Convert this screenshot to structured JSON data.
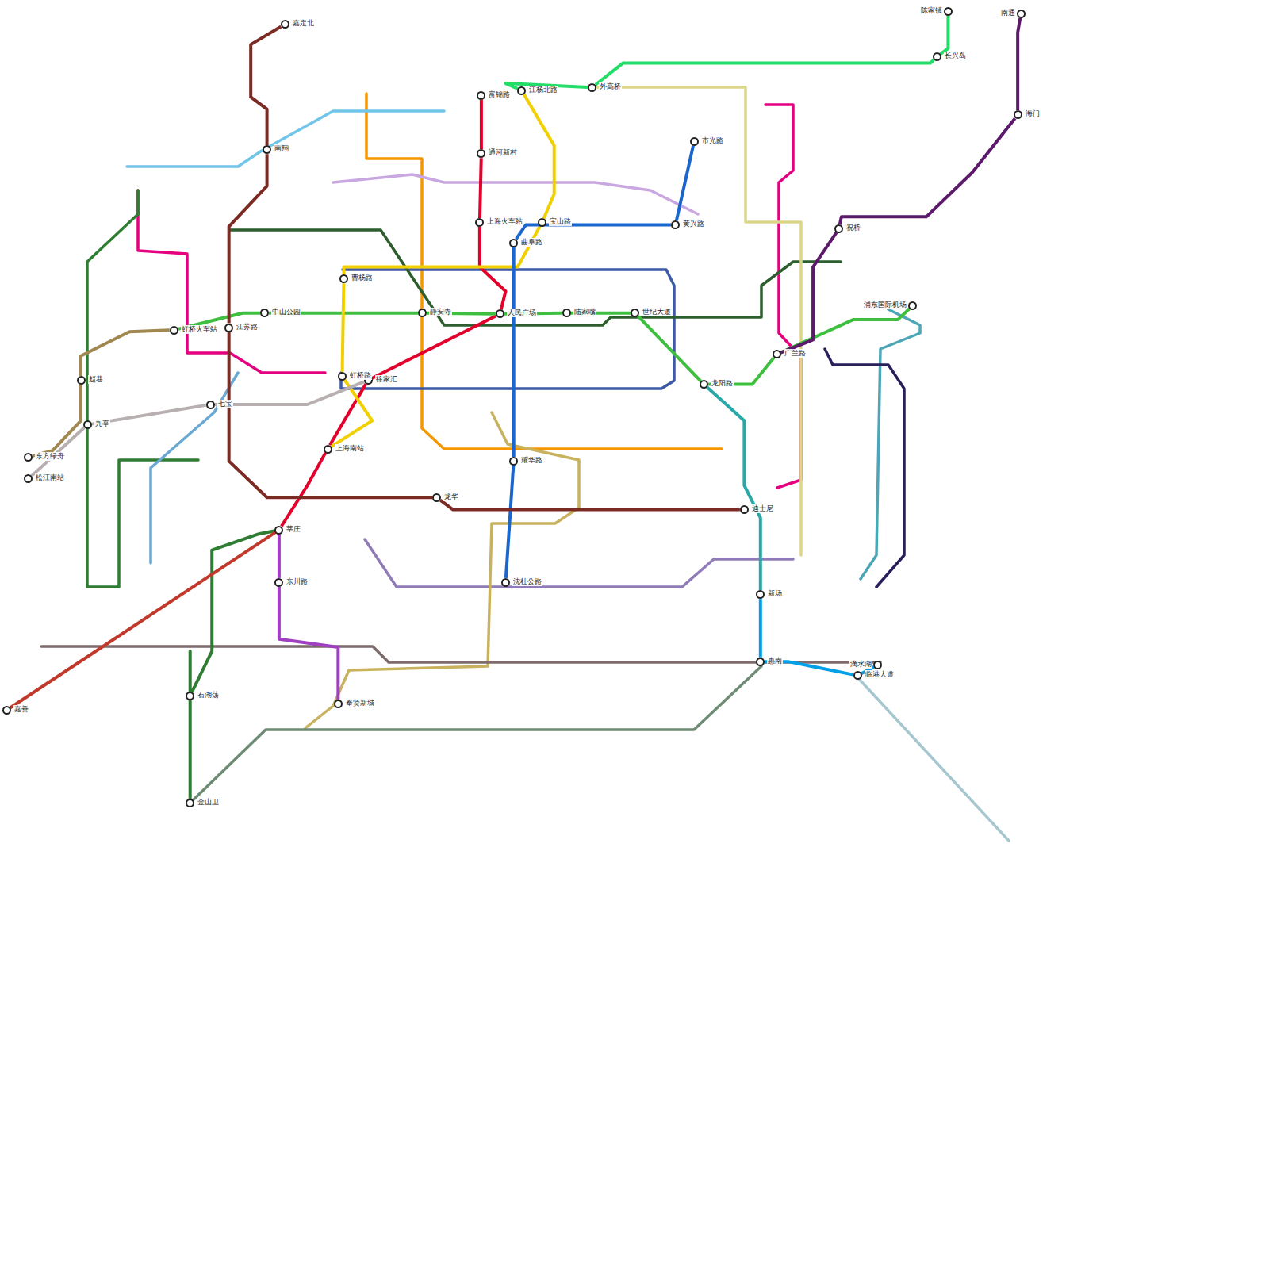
{
  "diagram": {
    "nodes": [
      {
        "text": [
          "富锦路"
        ]
      },
      {
        "text": [
          "通河新村"
        ]
      },
      {
        "text": [
          "上海火车站"
        ]
      },
      {
        "text": [
          "人民广场"
        ]
      },
      {
        "text": [
          "徐家汇"
        ]
      },
      {
        "text": [
          "上海南站"
        ]
      },
      {
        "text": [
          "莘庄"
        ]
      },
      {
        "text": [
          "虹桥火车站"
        ]
      },
      {
        "text": [
          "中山公园"
        ]
      },
      {
        "text": [
          "静安寺"
        ]
      },
      {
        "text": [
          "陆家嘴"
        ]
      },
      {
        "text": [
          "世纪大道"
        ]
      },
      {
        "text": [
          "广兰路"
        ]
      },
      {
        "text": [
          "浦东国际机场"
        ]
      },
      {
        "text": [
          "江杨北路"
        ]
      },
      {
        "text": [
          "宝山路"
        ]
      },
      {
        "text": [
          "曹杨路"
        ]
      },
      {
        "text": [
          "虹桥路"
        ]
      },
      {
        "text": [
          "市光路"
        ]
      },
      {
        "text": [
          "黄兴路"
        ]
      },
      {
        "text": [
          "曲阜路"
        ]
      },
      {
        "text": [
          "耀华路"
        ]
      },
      {
        "text": [
          "沈杜公路"
        ]
      },
      {
        "text": [
          "东方绿舟"
        ]
      },
      {
        "text": [
          "松江南站"
        ]
      },
      {
        "text": [
          "赵巷"
        ]
      },
      {
        "text": [
          "九亭"
        ]
      },
      {
        "text": [
          "七宝"
        ]
      },
      {
        "text": [
          "外高桥"
        ]
      },
      {
        "text": [
          "长兴岛"
        ]
      },
      {
        "text": [
          "陈家镇"
        ]
      },
      {
        "text": [
          "南通"
        ]
      },
      {
        "text": [
          "海门"
        ]
      },
      {
        "text": [
          "祝桥"
        ]
      },
      {
        "text": [
          "龙阳路"
        ]
      },
      {
        "text": [
          "新场"
        ]
      },
      {
        "text": [
          "惠南"
        ]
      },
      {
        "text": [
          "临港大道"
        ]
      },
      {
        "text": [
          "滴水湖"
        ]
      },
      {
        "text": [
          "嘉定北"
        ]
      },
      {
        "text": [
          "南翔"
        ]
      },
      {
        "text": [
          "江苏路"
        ]
      },
      {
        "text": [
          "龙华"
        ]
      },
      {
        "text": [
          "迪士尼"
        ]
      },
      {
        "text": [
          "东川路"
        ]
      },
      {
        "text": [
          "奉贤新城"
        ]
      },
      {
        "text": [
          "金山卫"
        ]
      },
      {
        "text": [
          "石湖荡"
        ]
      },
      {
        "text": [
          "嘉善"
        ]
      }
    ],
    "edges": [
      {
        "from": 0,
        "to": 1,
        "arrow": "none"
      },
      {
        "from": 1,
        "to": 2,
        "arrow": "none"
      },
      {
        "from": 2,
        "to": 3,
        "arrow": "none"
      },
      {
        "from": 3,
        "to": 4,
        "arrow": "none"
      },
      {
        "from": 4,
        "to": 5,
        "arrow": "none"
      },
      {
        "from": 5,
        "to": 6,
        "arrow": "none"
      },
      {
        "from": 7,
        "to": 8,
        "arrow": "none"
      },
      {
        "from": 8,
        "to": 9,
        "arrow": "none"
      },
      {
        "from": 9,
        "to": 3,
        "arrow": "none"
      },
      {
        "from": 3,
        "to": 10,
        "arrow": "none"
      },
      {
        "from": 10,
        "to": 11,
        "arrow": "none"
      },
      {
        "from": 11,
        "to": 34,
        "arrow": "none"
      },
      {
        "from": 34,
        "to": 12,
        "arrow": "none"
      },
      {
        "from": 12,
        "to": 13,
        "arrow": "none"
      },
      {
        "from": 14,
        "to": 15,
        "arrow": "none"
      },
      {
        "from": 15,
        "to": 16,
        "arrow": "none"
      },
      {
        "from": 16,
        "to": 17,
        "arrow": "none"
      },
      {
        "from": 17,
        "to": 5,
        "arrow": "none"
      },
      {
        "from": 18,
        "to": 19,
        "arrow": "none"
      },
      {
        "from": 19,
        "to": 20,
        "arrow": "none"
      },
      {
        "from": 20,
        "to": 21,
        "arrow": "none"
      },
      {
        "from": 21,
        "to": 22,
        "arrow": "none"
      },
      {
        "from": 23,
        "to": 25,
        "arrow": "none"
      },
      {
        "from": 25,
        "to": 7,
        "arrow": "none"
      },
      {
        "from": 24,
        "to": 26,
        "arrow": "none"
      },
      {
        "from": 26,
        "to": 27,
        "arrow": "none"
      },
      {
        "from": 27,
        "to": 4,
        "arrow": "none"
      },
      {
        "from": 14,
        "to": 28,
        "arrow": "none"
      },
      {
        "from": 28,
        "to": 29,
        "arrow": "none"
      },
      {
        "from": 29,
        "to": 30,
        "arrow": "none"
      },
      {
        "from": 31,
        "to": 32,
        "arrow": "none"
      },
      {
        "from": 32,
        "to": 33,
        "arrow": "none"
      },
      {
        "from": 33,
        "to": 12,
        "arrow": "none"
      },
      {
        "from": 34,
        "to": 35,
        "arrow": "none"
      },
      {
        "from": 35,
        "to": 36,
        "arrow": "none"
      },
      {
        "from": 36,
        "to": 37,
        "arrow": "none"
      },
      {
        "from": 37,
        "to": 38,
        "arrow": "none"
      },
      {
        "from": 39,
        "to": 40,
        "arrow": "none"
      },
      {
        "from": 40,
        "to": 41,
        "arrow": "none"
      },
      {
        "from": 41,
        "to": 42,
        "arrow": "none"
      },
      {
        "from": 42,
        "to": 43,
        "arrow": "none"
      },
      {
        "from": 6,
        "to": 44,
        "arrow": "none"
      },
      {
        "from": 44,
        "to": 45,
        "arrow": "none"
      },
      {
        "from": 46,
        "to": 47,
        "arrow": "none"
      },
      {
        "from": 47,
        "to": 6,
        "arrow": "none"
      },
      {
        "from": 48,
        "to": 6,
        "arrow": "none"
      }
    ]
  }
}
